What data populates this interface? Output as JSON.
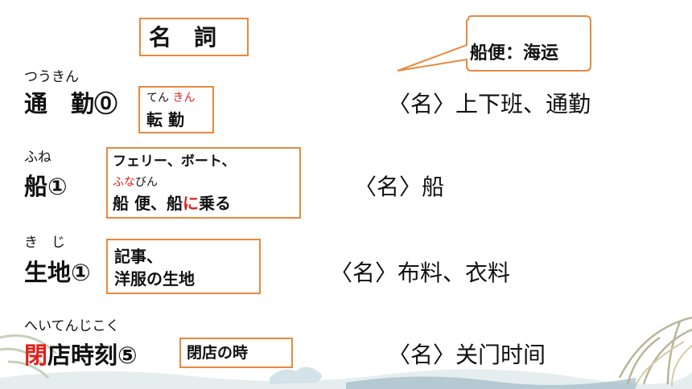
{
  "heading": "名　詞",
  "callout": "船便：海运",
  "entries": [
    {
      "reading": "つうきん",
      "word": "通　勤⓪",
      "note_ruby_a": "てん",
      "note_ruby_b": "きん",
      "note_line1": "転 勤",
      "meaning": "〈名〉上下班、通勤"
    },
    {
      "reading": "ふね",
      "word": "船①",
      "note_line1": "フェリー、ボート、",
      "note_ruby_a": "ふな",
      "note_ruby_b": "びん",
      "note_line2_a": "船 便、船",
      "note_line2_b": "に",
      "note_line2_c": "乗る",
      "meaning": "〈名〉船"
    },
    {
      "reading": "き　じ",
      "word": "生地①",
      "note_line1": "記事、",
      "note_line2": "洋服の生地",
      "meaning": "〈名〉布料、衣料"
    },
    {
      "reading": "へいてんじこく",
      "word_a": "閉",
      "word_b": "店時刻⑤",
      "note_line1": "閉店の時",
      "meaning": "〈名〉关门时间"
    }
  ],
  "colors": {
    "accent": "#e8893c",
    "highlight": "#e0201b"
  }
}
